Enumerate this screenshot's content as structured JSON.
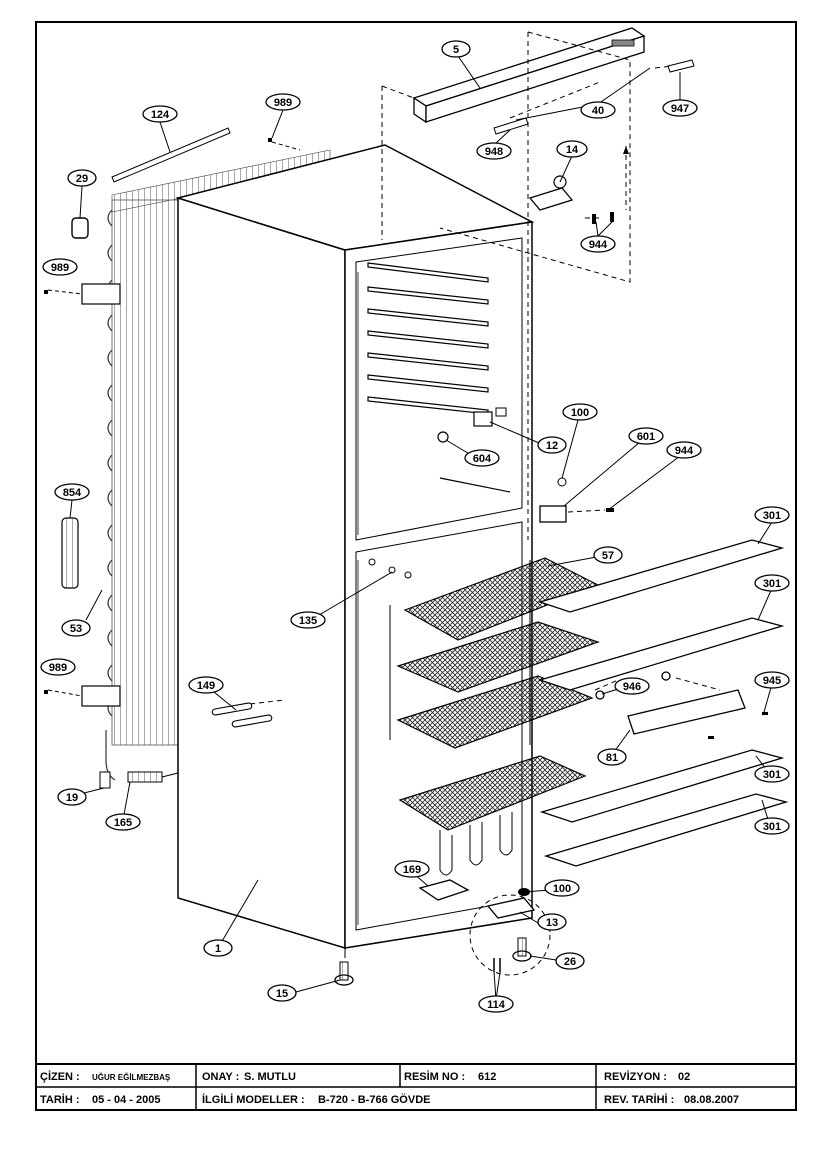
{
  "callouts": {
    "c5": "5",
    "c40": "40",
    "c947": "947",
    "c948": "948",
    "c14": "14",
    "c944a": "944",
    "c124": "124",
    "c989a": "989",
    "c29": "29",
    "c989b": "989",
    "c854": "854",
    "c53": "53",
    "c989c": "989",
    "c149": "149",
    "c19": "19",
    "c165": "165",
    "c1": "1",
    "c15": "15",
    "c12": "12",
    "c604": "604",
    "c100a": "100",
    "c601": "601",
    "c944b": "944",
    "c57": "57",
    "c135": "135",
    "c301a": "301",
    "c301b": "301",
    "c946": "946",
    "c945": "945",
    "c81": "81",
    "c301c": "301",
    "c301d": "301",
    "c169": "169",
    "c100b": "100",
    "c13": "13",
    "c26": "26",
    "c114": "114"
  },
  "title_block": {
    "cizen_label": "ÇİZEN :",
    "cizen_value": "UĞUR EĞİLMEZBAŞ",
    "onay_label": "ONAY :",
    "onay_value": "S. MUTLU",
    "resim_label": "RESİM NO :",
    "resim_value": "612",
    "revizyon_label": "REVİZYON :",
    "revizyon_value": "02",
    "tarih_label": "TARİH :",
    "tarih_value": "05 - 04 - 2005",
    "modeller_label": "İLGİLİ MODELLER :",
    "modeller_value": "B-720 - B-766 GÖVDE",
    "rev_tarihi_label": "REV. TARİHİ :",
    "rev_tarihi_value": "08.08.2007"
  }
}
